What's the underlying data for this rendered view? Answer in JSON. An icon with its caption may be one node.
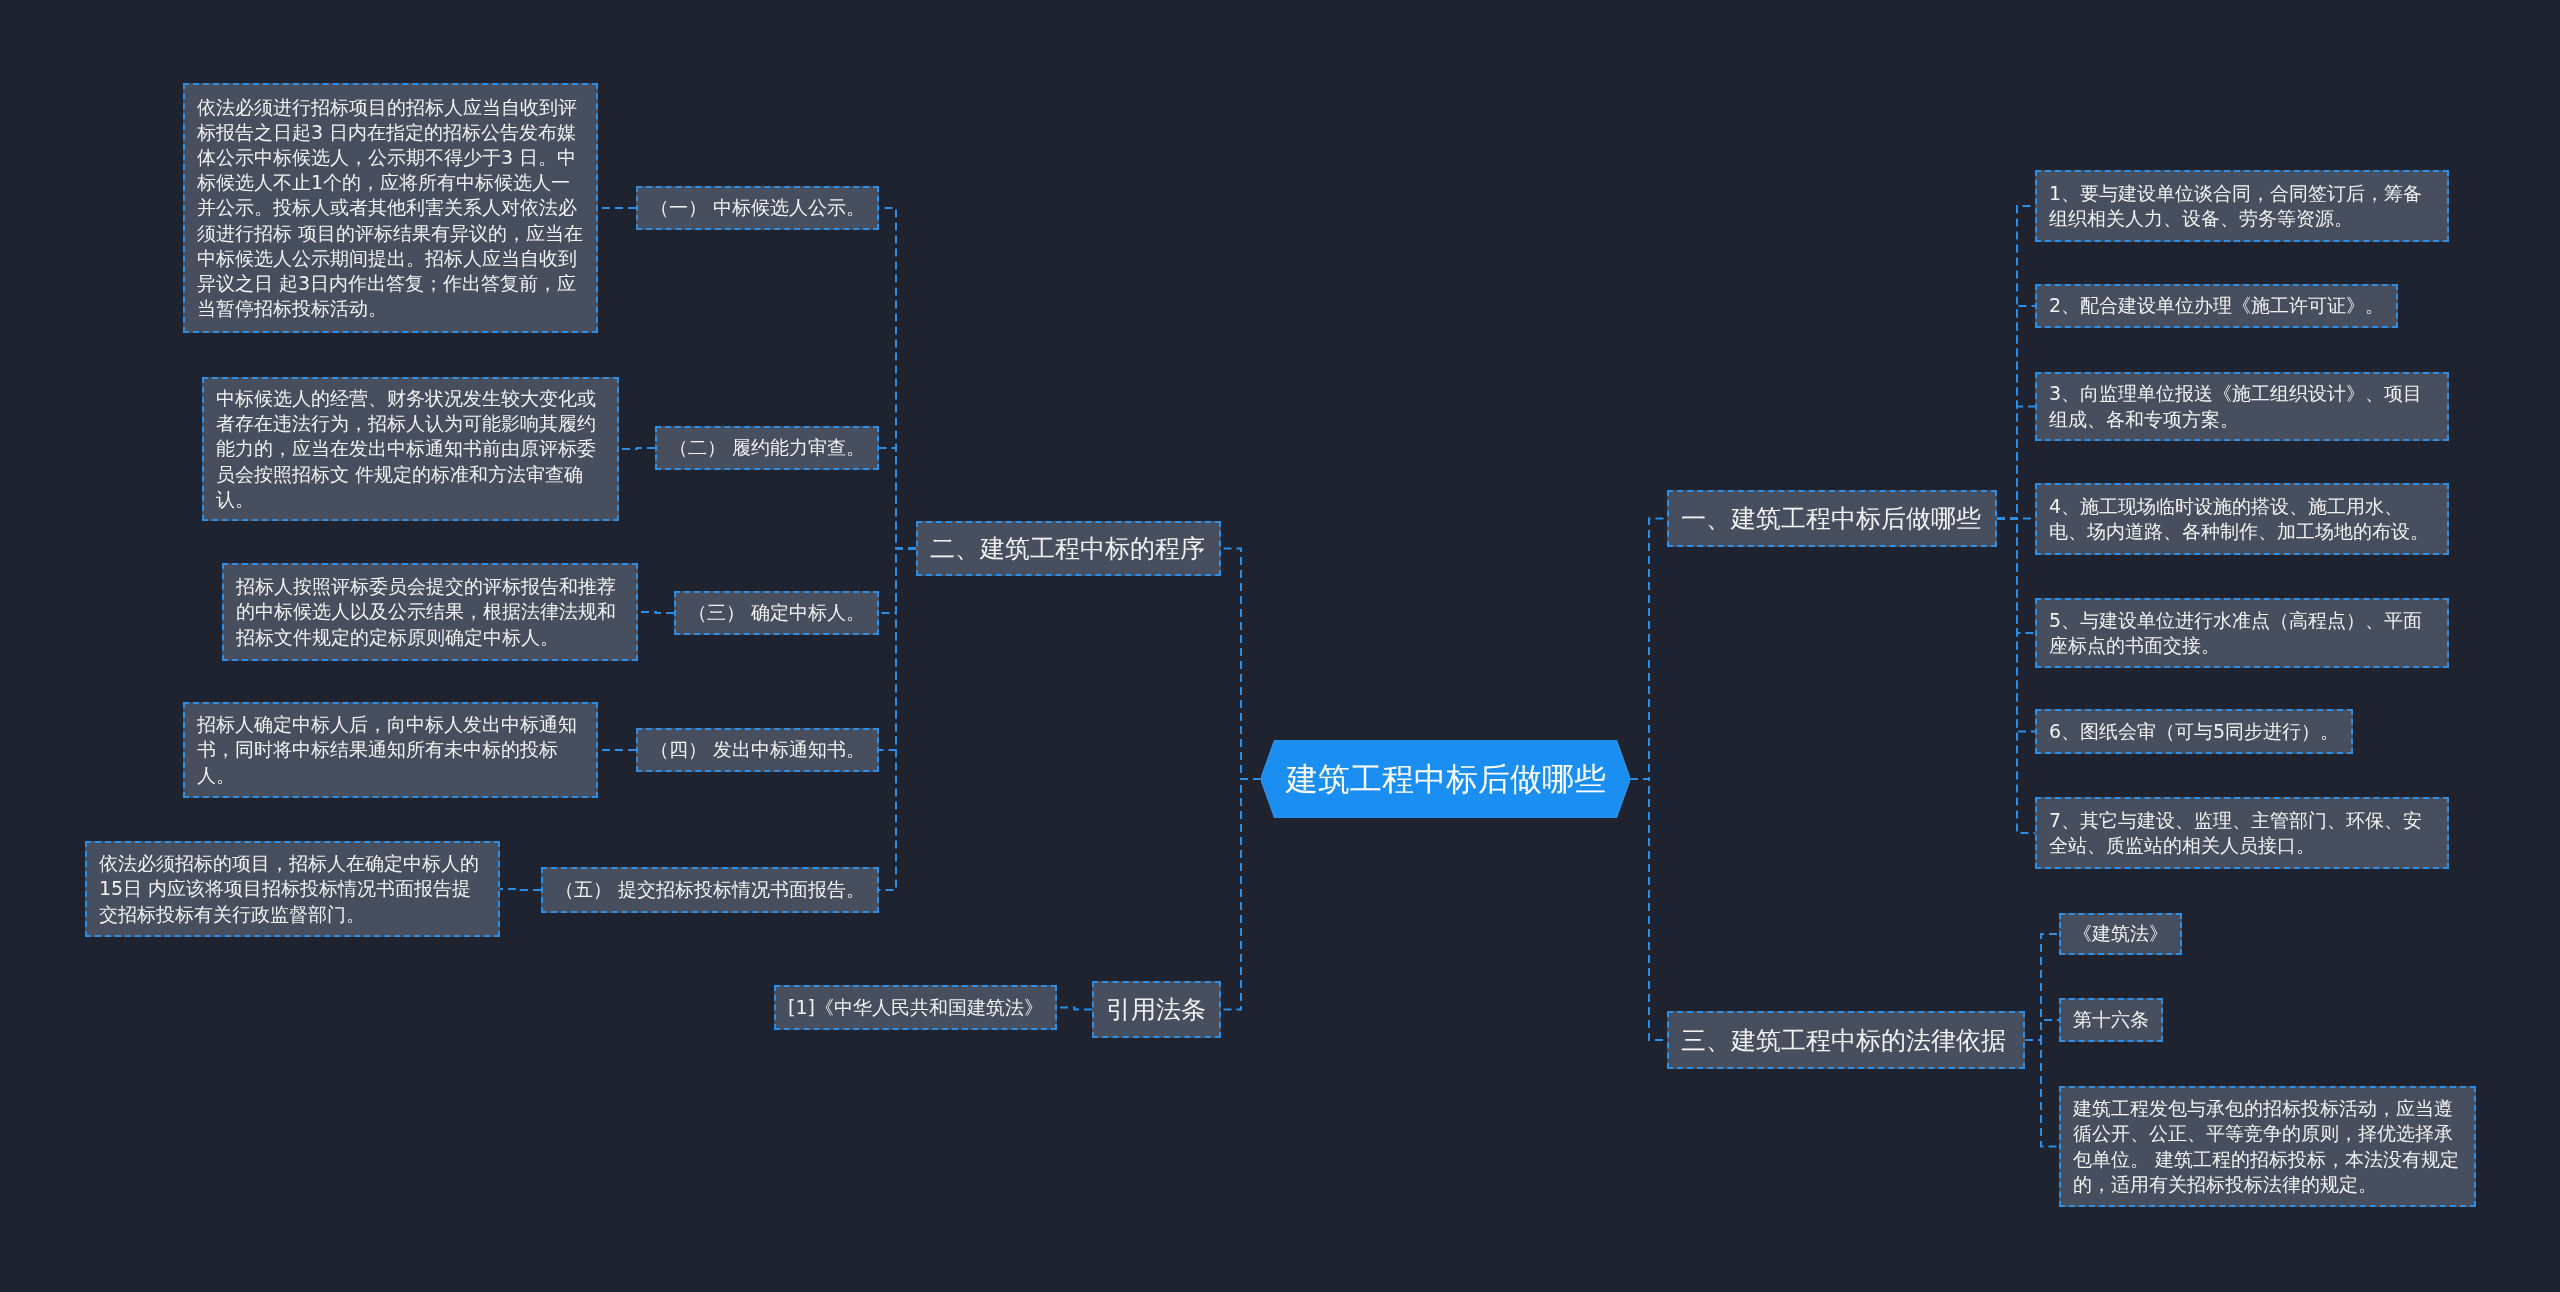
{
  "diagram": {
    "nodes": [
      {
        "text": [
          "建筑工程中标后做哪些"
        ]
      },
      {
        "text": [
          "二、建筑工程中标的程序"
        ]
      },
      {
        "text": [
          "（一） 中标候选人公示。"
        ]
      },
      {
        "text": [
          "依法必须进行招标项目的招标人应当自收到评标报告之日起3 日内在指定的招标公告发布媒体公示中标候选人，公示期不得少于3 日。中标候选人不止1个的，应将所有中标候选人一并公示。投标人或者其他利害关系人对依法必须进行招标 项目的评标结果有异议的，应当在中标候选人公示期间提出。招标人应当自收到异议之日 起3日内作出答复；作出答复前，应当暂停招标投标活动。"
        ]
      },
      {
        "text": [
          "（二） 履约能力审查。"
        ]
      },
      {
        "text": [
          "中标候选人的经营、财务状况发生较大变化或者存在违法行为，招标人认为可能影响其履约能力的，应当在发出中标通知书前由原评标委员会按照招标文 件规定的标准和方法审查确认。"
        ]
      },
      {
        "text": [
          "（三） 确定中标人。"
        ]
      },
      {
        "text": [
          "招标人按照评标委员会提交的评标报告和推荐的中标候选人以及公示结果，根据法律法规和招标文件规定的定标原则确定中标人。"
        ]
      },
      {
        "text": [
          "（四） 发出中标通知书。"
        ]
      },
      {
        "text": [
          "招标人确定中标人后，向中标人发出中标通知书，同时将中标结果通知所有未中标的投标人。"
        ]
      },
      {
        "text": [
          "（五） 提交招标投标情况书面报告。"
        ]
      },
      {
        "text": [
          "依法必须招标的项目，招标人在确定中标人的15日 内应该将项目招标投标情况书面报告提交招标投标有关行政监督部门。"
        ]
      },
      {
        "text": [
          "引用法条"
        ]
      },
      {
        "text": [
          "[1]《中华人民共和国建筑法》"
        ]
      },
      {
        "text": [
          "一、建筑工程中标后做哪些"
        ]
      },
      {
        "text": [
          "1、要与建设单位谈合同，合同签订后，筹备组织相关人力、设备、劳务等资源。"
        ]
      },
      {
        "text": [
          "2、配合建设单位办理《施工许可证》。"
        ]
      },
      {
        "text": [
          "3、向监理单位报送《施工组织设计》、项目组成、各和专项方案。"
        ]
      },
      {
        "text": [
          "4、施工现场临时设施的搭设、施工用水、电、场内道路、各种制作、加工场地的布设。"
        ]
      },
      {
        "text": [
          "5、与建设单位进行水准点（高程点）、平面座标点的书面交接。"
        ]
      },
      {
        "text": [
          "6、图纸会审（可与5同步进行）。"
        ]
      },
      {
        "text": [
          "7、其它与建设、监理、主管部门、环保、安全站、质监站的相关人员接口。"
        ]
      },
      {
        "text": [
          "三、建筑工程中标的法律依据"
        ]
      },
      {
        "text": [
          "《建筑法》"
        ]
      },
      {
        "text": [
          "第十六条"
        ]
      },
      {
        "text": [
          "建筑工程发包与承包的招标投标活动，应当遵循公开、公正、平等竞争的原则，择优选择承包单位。 建筑工程的招标投标，本法没有规定的，适用有关招标投标法律的规定。"
        ]
      }
    ],
    "edges": [
      {
        "from": 0,
        "to": 1,
        "arrow": "none"
      },
      {
        "from": 1,
        "to": 2,
        "arrow": "none"
      },
      {
        "from": 2,
        "to": 3,
        "arrow": "none"
      },
      {
        "from": 1,
        "to": 4,
        "arrow": "none"
      },
      {
        "from": 4,
        "to": 5,
        "arrow": "none"
      },
      {
        "from": 1,
        "to": 6,
        "arrow": "none"
      },
      {
        "from": 6,
        "to": 7,
        "arrow": "none"
      },
      {
        "from": 1,
        "to": 8,
        "arrow": "none"
      },
      {
        "from": 8,
        "to": 9,
        "arrow": "none"
      },
      {
        "from": 1,
        "to": 10,
        "arrow": "none"
      },
      {
        "from": 10,
        "to": 11,
        "arrow": "none"
      },
      {
        "from": 0,
        "to": 12,
        "arrow": "none"
      },
      {
        "from": 12,
        "to": 13,
        "arrow": "none"
      },
      {
        "from": 0,
        "to": 14,
        "arrow": "none"
      },
      {
        "from": 14,
        "to": 15,
        "arrow": "none"
      },
      {
        "from": 14,
        "to": 16,
        "arrow": "none"
      },
      {
        "from": 14,
        "to": 17,
        "arrow": "none"
      },
      {
        "from": 14,
        "to": 18,
        "arrow": "none"
      },
      {
        "from": 14,
        "to": 19,
        "arrow": "none"
      },
      {
        "from": 14,
        "to": 20,
        "arrow": "none"
      },
      {
        "from": 14,
        "to": 21,
        "arrow": "none"
      },
      {
        "from": 0,
        "to": 22,
        "arrow": "none"
      },
      {
        "from": 22,
        "to": 23,
        "arrow": "none"
      },
      {
        "from": 22,
        "to": 24,
        "arrow": "none"
      },
      {
        "from": 22,
        "to": 25,
        "arrow": "none"
      }
    ]
  }
}
